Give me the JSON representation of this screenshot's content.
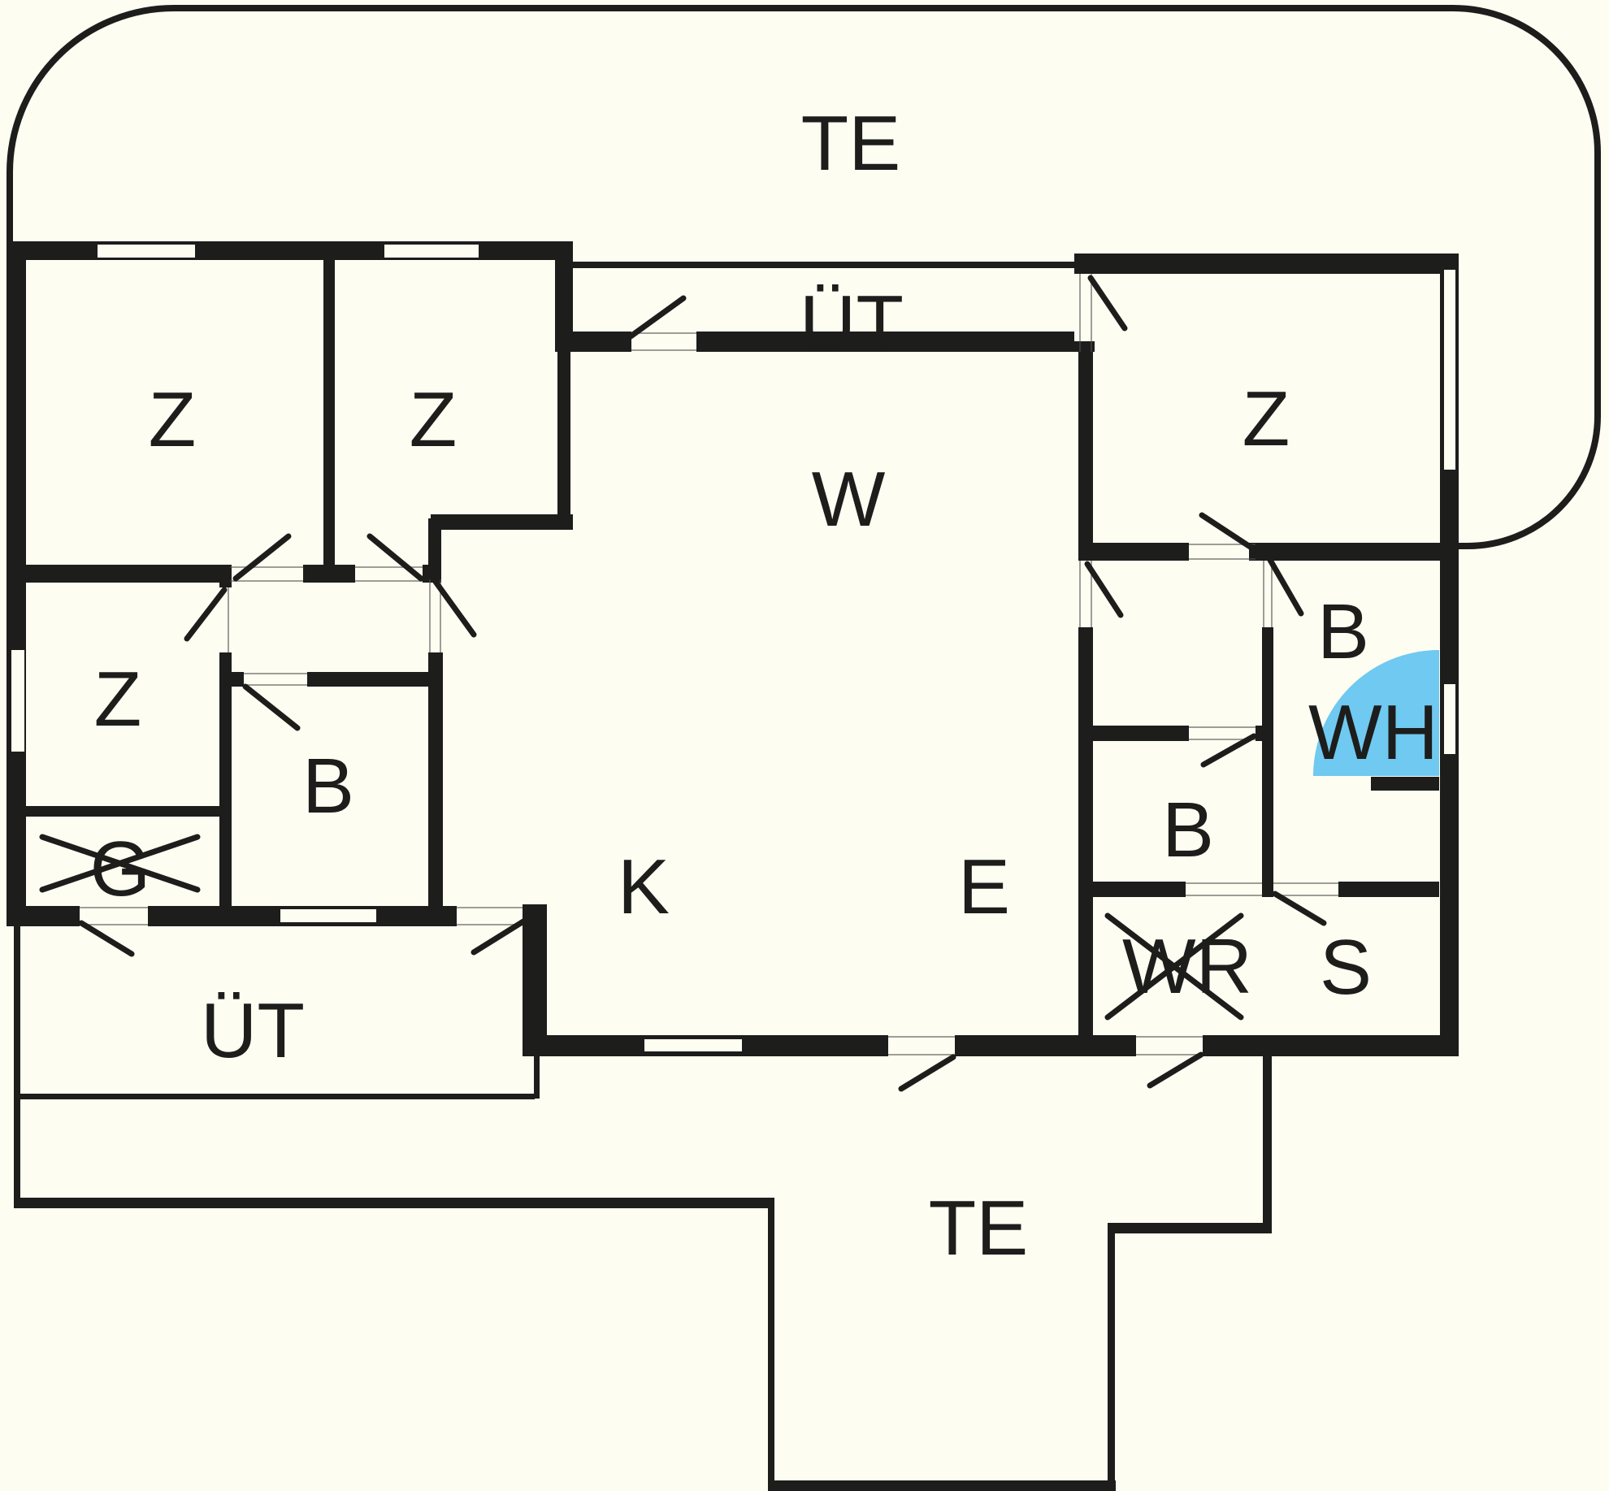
{
  "floorplan": {
    "background_color": "#FDFDF2",
    "wall_color": "#1D1D1B",
    "whirlpool_color": "#6FC9F0",
    "text_color": "#1D1D1B",
    "labels": {
      "terrace_top": "TE",
      "covered_terrace_top": "ÜT",
      "bedroom_left_1": "Z",
      "bedroom_left_2": "Z",
      "bedroom_left_3": "Z",
      "bedroom_right": "Z",
      "living_room": "W",
      "kitchen": "K",
      "entry": "E",
      "bathroom_left": "B",
      "storage": "G",
      "bathroom_right_upper": "B",
      "whirlpool": "WH",
      "bathroom_right_lower": "B",
      "utility_room": "WR",
      "sauna": "S",
      "covered_terrace_bottom": "ÜT",
      "terrace_bottom": "TE"
    }
  }
}
